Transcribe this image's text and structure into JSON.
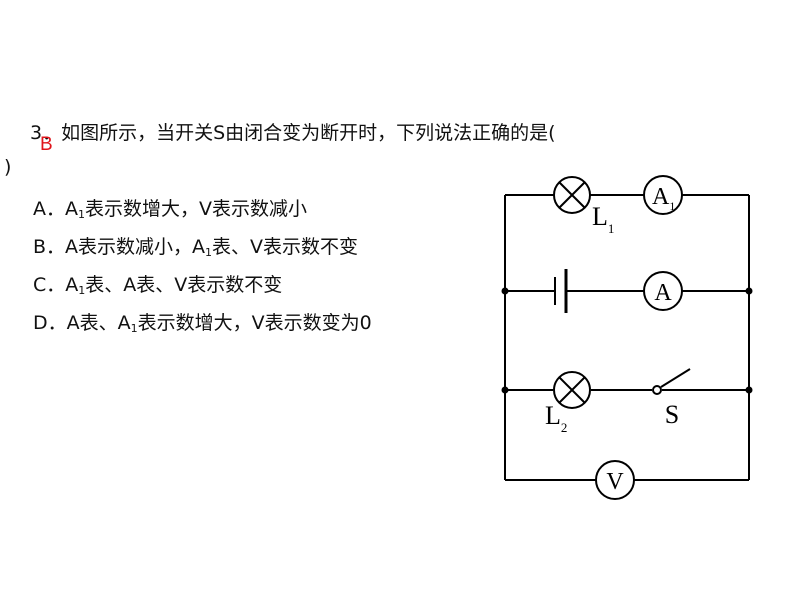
{
  "question": {
    "number": "3",
    "stem_line1": "3．如图所示，当开关S由闭合变为断开时，下列说法正确的是(",
    "stem_line2": ")",
    "answer": "B",
    "options": {
      "A": {
        "prefix": "A．A",
        "sub": "1",
        "rest": "表示数增大，V表示数减小"
      },
      "B": {
        "prefix": "B．A表示数减小，A",
        "sub": "1",
        "rest": "表、V表示数不变"
      },
      "C": {
        "prefix": "C．A",
        "sub": "1",
        "rest": "表、A表、V表示数不变"
      },
      "D": {
        "prefix": "D．A表、A",
        "sub": "1",
        "rest": "表示数增大，V表示数变为0"
      }
    }
  },
  "circuit": {
    "ammeter1": {
      "letter": "A",
      "sub": "1"
    },
    "ammeter": {
      "letter": "A"
    },
    "voltmeter": {
      "letter": "V"
    },
    "lamp1": {
      "letter": "L",
      "sub": "1"
    },
    "lamp2": {
      "letter": "L",
      "sub": "2"
    },
    "switch": {
      "letter": "S"
    }
  }
}
